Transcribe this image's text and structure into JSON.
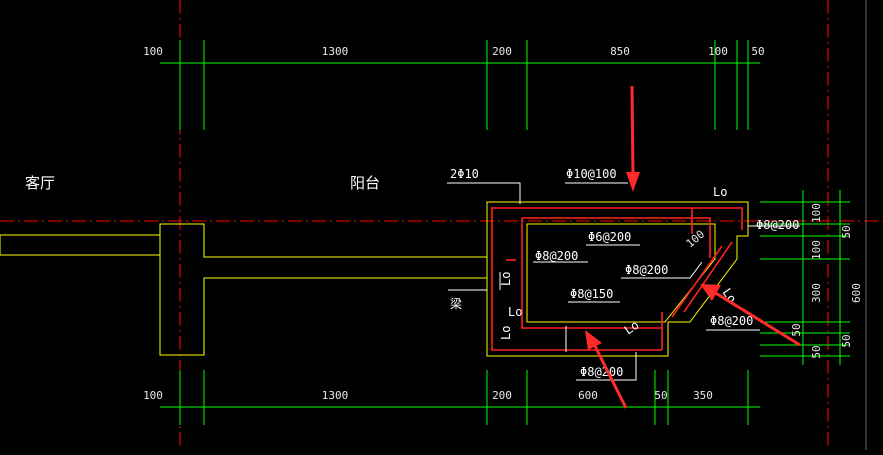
{
  "colors": {
    "background": "#000000",
    "dimension_line": "#00ff00",
    "concrete_outline": "#ffff00",
    "rebar": "#ff2020",
    "text": "#ffffff",
    "arrow": "#ff2a2a",
    "axis_line": "#ff0000"
  },
  "rooms": {
    "living_room": "客厅",
    "balcony": "阳台"
  },
  "top_dimensions": [
    "100",
    "1300",
    "200",
    "850",
    "100",
    "50"
  ],
  "bottom_dimensions": [
    "100",
    "1300",
    "200",
    "600",
    "50",
    "350"
  ],
  "right_dimensions": [
    "100",
    "50",
    "100",
    "300",
    "600",
    "50",
    "50",
    "50"
  ],
  "rebar_labels": {
    "top_bar": "2Φ10",
    "top_slab": "Φ10@100",
    "inner_top": "Φ6@200",
    "right_top": "Φ8@200",
    "left_wall": "Φ8@200",
    "diagonal": "Φ8@200",
    "bottom_inner": "Φ8@150",
    "diagonal_outer": "Φ8@200",
    "bottom_outer": "Φ8@200",
    "beam": "梁",
    "lo_top": "Lo",
    "lo_left": "Lo",
    "lo_bottom_left": "Lo",
    "lo_diag": "Lo",
    "lo_diag_right": "Lo",
    "lo_inner": "Lo",
    "mark_100": "100"
  }
}
